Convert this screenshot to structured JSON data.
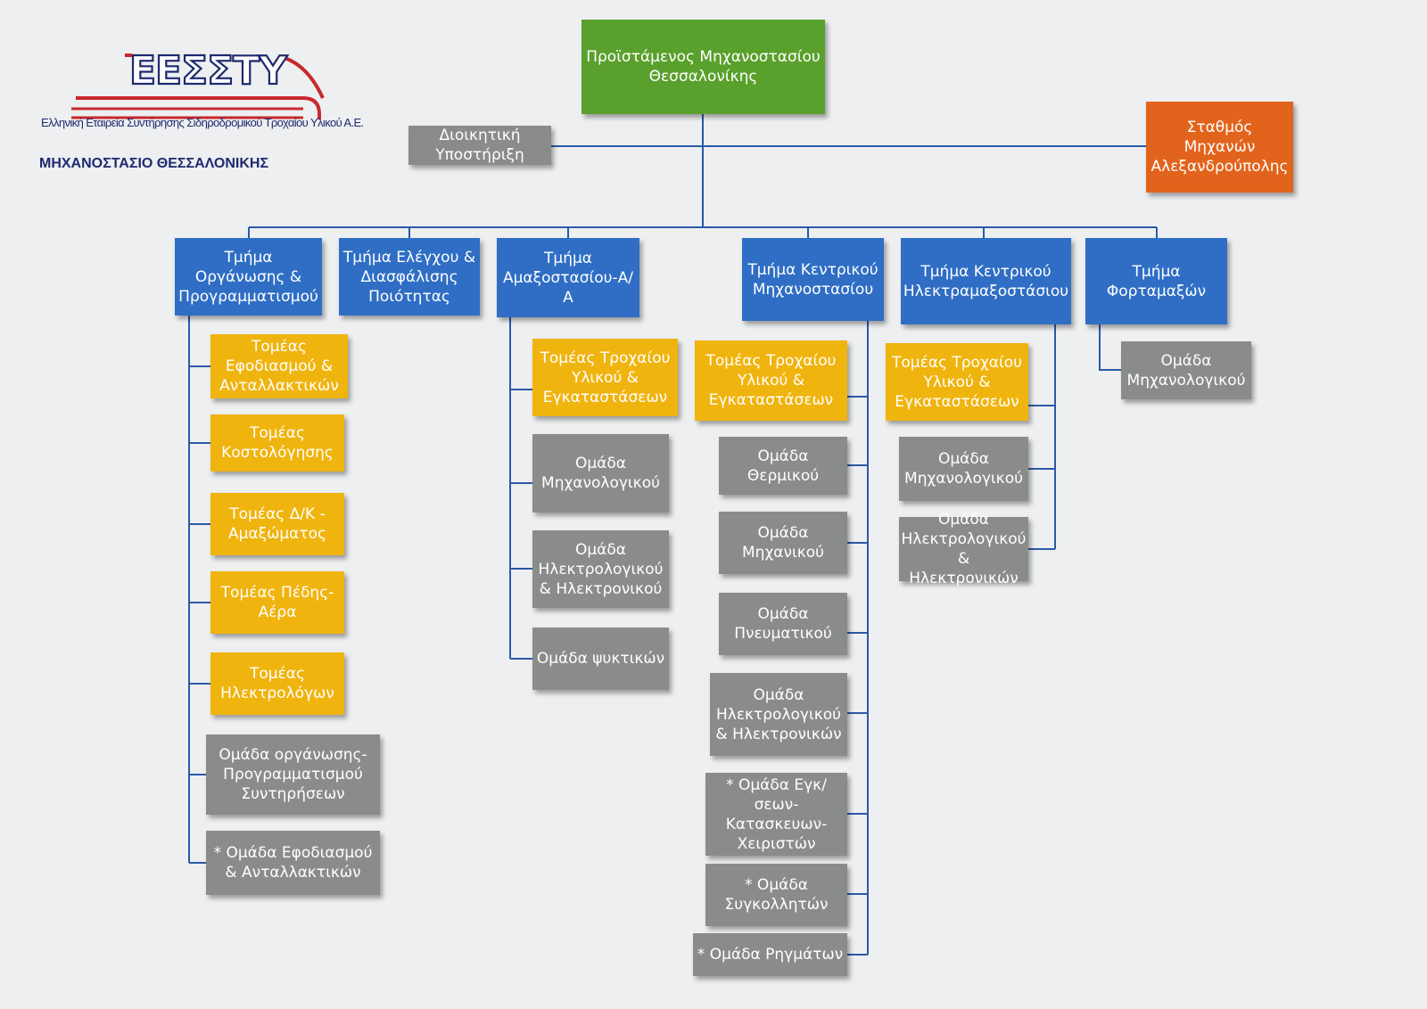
{
  "logo": {
    "mark": "ΕΕΣΣΤΥ",
    "caption": "Ελληνική Εταιρεία Συντήρησης Σιδηροδρομικού Τροχαίου Υλικού Α.Ε."
  },
  "title": "ΜΗΧΑΝΟΣΤΑΣΙΟ ΘΕΣΣΑΛΟΝΙΚΗΣ",
  "colors": {
    "head": "#5aa02c",
    "station": "#e2641c",
    "department": "#2f6ec4",
    "sector": "#f0b40f",
    "group": "#8a8c8c",
    "line": "#2a5aa8"
  },
  "nodes": {
    "head": "Προϊστάμενος Μηχανοστασίου Θεσσαλονίκης",
    "admin": "Διοικητική Υποστήριξη",
    "station": "Σταθμός Μηχανών Αλεξανδρούπολης",
    "d1": "Τμήμα Οργάνωσης & Προγραμματισμού",
    "d2": "Τμήμα Ελέγχου & Διασφάλισης Ποιότητας",
    "d3": "Τμήμα Αμαξοστασίου-Α/Α",
    "d4": "Τμήμα Κεντρικού Μηχανοστασίου",
    "d5": "Τμήμα Κεντρικού Ηλεκτραμαξοστάσιου",
    "d6": "Τμήμα Φορταμαξών",
    "d1s1": "Τομέας Εφοδιασμού & Ανταλλακτικών",
    "d1s2": "Τομέας Κοστολόγησης",
    "d1s3": "Τομέας Δ/Κ - Αμαξώματος",
    "d1s4": "Τομέας Πέδης-Αέρα",
    "d1s5": "Τομέας Ηλεκτρολόγων",
    "d1g1": "Ομάδα οργάνωσης-Προγραμματισμού Συντηρήσεων",
    "d1g2": "* Ομάδα Εφοδιασμού & Ανταλλακτικών",
    "d3s1": "Τομέας Τροχαίου Υλικού & Εγκαταστάσεων",
    "d3g1": "Ομάδα Μηχανολογικού",
    "d3g2": "Ομάδα Ηλεκτρολογικού & Ηλεκτρονικού",
    "d3g3": "Ομάδα ψυκτικών",
    "d4s1": "Τομέας Τροχαίου Υλικού & Εγκαταστάσεων",
    "d4g1": "Ομάδα Θερμικού",
    "d4g2": "Ομάδα Μηχανικού",
    "d4g3": "Ομάδα Πνευματικού",
    "d4g4": "Ομάδα Ηλεκτρολογικού & Ηλεκτρονικών",
    "d4g5": "* Ομάδα Εγκ/σεων-Κατασκευων-Χειριστών",
    "d4g6": "* Ομάδα Συγκολλητών",
    "d4g7": "* Ομάδα Ρηγμάτων",
    "d5s1": "Τομέας Τροχαίου Υλικού & Εγκαταστάσεων",
    "d5g1": "Ομάδα Μηχανολογικού",
    "d5g2": "Ομάδα Ηλεκτρολογικού & Ηλεκτρονικών",
    "d6g1": "Ομάδα Μηχανολογικού"
  }
}
